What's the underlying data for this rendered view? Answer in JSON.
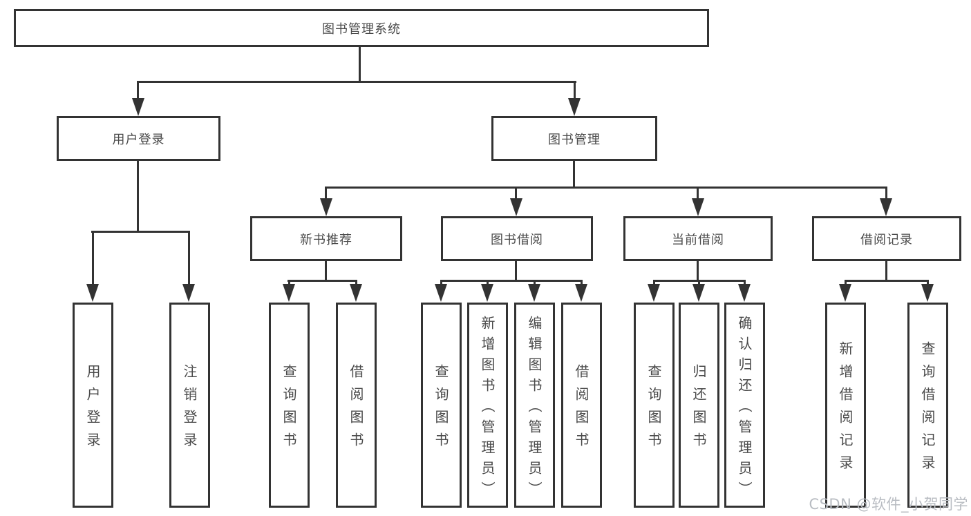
{
  "diagram": {
    "title": "图书管理系统",
    "watermark": "CSDN @软件_小贺同学",
    "colors": {
      "line": "#333333",
      "text": "#4a4a4a",
      "watermark": "#b8bcc2",
      "background": "#ffffff"
    },
    "tree": {
      "label": "图书管理系统",
      "children": [
        {
          "label": "用户登录",
          "children": [
            {
              "label": "用户登录"
            },
            {
              "label": "注销登录"
            }
          ]
        },
        {
          "label": "图书管理",
          "children": [
            {
              "label": "新书推荐",
              "children": [
                {
                  "label": "查询图书"
                },
                {
                  "label": "借阅图书"
                }
              ]
            },
            {
              "label": "图书借阅",
              "children": [
                {
                  "label": "查询图书"
                },
                {
                  "label": "新增图书（管理员）"
                },
                {
                  "label": "编辑图书（管理员）"
                },
                {
                  "label": "借阅图书"
                }
              ]
            },
            {
              "label": "当前借阅",
              "children": [
                {
                  "label": "查询图书"
                },
                {
                  "label": "归还图书"
                },
                {
                  "label": "确认归还（管理员）"
                }
              ]
            },
            {
              "label": "借阅记录",
              "children": [
                {
                  "label": "新增借阅记录"
                },
                {
                  "label": "查询借阅记录"
                }
              ]
            }
          ]
        }
      ]
    }
  }
}
